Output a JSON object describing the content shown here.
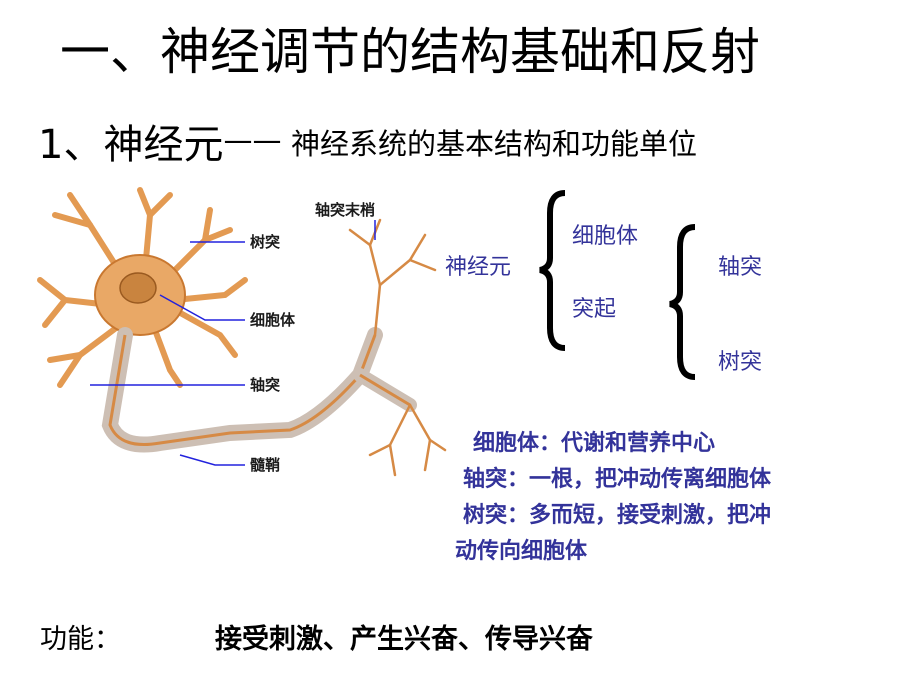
{
  "title": "一、神经调节的结构基础和反射",
  "subtitle": {
    "prefix": "1、神经元",
    "dash": "——",
    "description": "神经系统的基本结构和功能单位"
  },
  "diagram": {
    "labels": {
      "axon_terminal": "轴突末梢",
      "dendrite": "树突",
      "cell_body": "细胞体",
      "axon": "轴突",
      "myelin_sheath": "髓鞘"
    }
  },
  "structure": {
    "root": "神经元",
    "branch_1": "细胞体",
    "branch_2": "突起",
    "sub_1": "轴突",
    "sub_2": "树突"
  },
  "descriptions": [
    "细胞体：代谢和营养中心",
    "轴突：一根，把冲动传离细胞体",
    "树突：多而短，接受刺激，把冲",
    "动传向细胞体"
  ],
  "function": {
    "label": "功能：",
    "value": "接受刺激、产生兴奋、传导兴奋"
  },
  "colors": {
    "text_blue": "#33339a",
    "neuron_orange": "#e39a52",
    "myelin_gray": "#cdbfb4",
    "label_line_blue": "#2222dd"
  }
}
